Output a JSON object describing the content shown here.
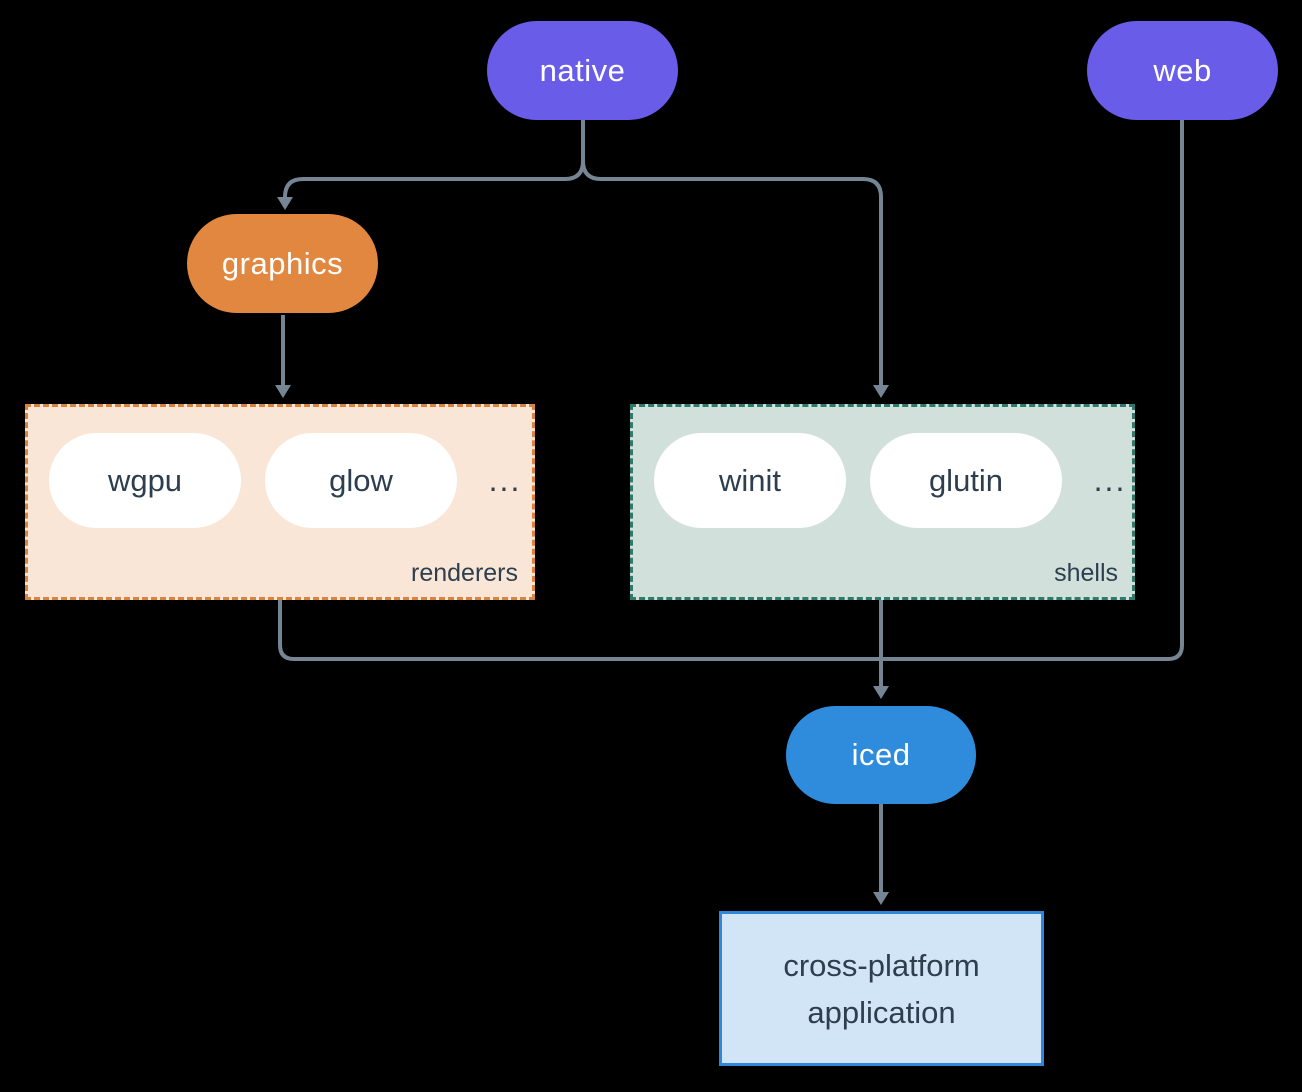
{
  "nodes": {
    "native": {
      "label": "native",
      "color": "#685CE9"
    },
    "web": {
      "label": "web",
      "color": "#685CE9"
    },
    "graphics": {
      "label": "graphics",
      "color": "#E2873F"
    },
    "iced": {
      "label": "iced",
      "color": "#2F8BDC"
    },
    "application": {
      "line1": "cross-platform",
      "line2": "application",
      "bg": "#D2E5F7",
      "border": "#2F86DB"
    }
  },
  "groups": {
    "renderers": {
      "label": "renderers",
      "ellipsis": "...",
      "items": [
        {
          "label": "wgpu"
        },
        {
          "label": "glow"
        }
      ],
      "bg": "#FAE6D6",
      "border": "#D9833C"
    },
    "shells": {
      "label": "shells",
      "ellipsis": "...",
      "items": [
        {
          "label": "winit"
        },
        {
          "label": "glutin"
        }
      ],
      "bg": "#D1E0DA",
      "border": "#2E7A6C"
    }
  },
  "colors": {
    "background": "#000000",
    "connector": "#768594",
    "dark_text": "#2D3E4E",
    "white_pill": "#FFFFFF"
  }
}
